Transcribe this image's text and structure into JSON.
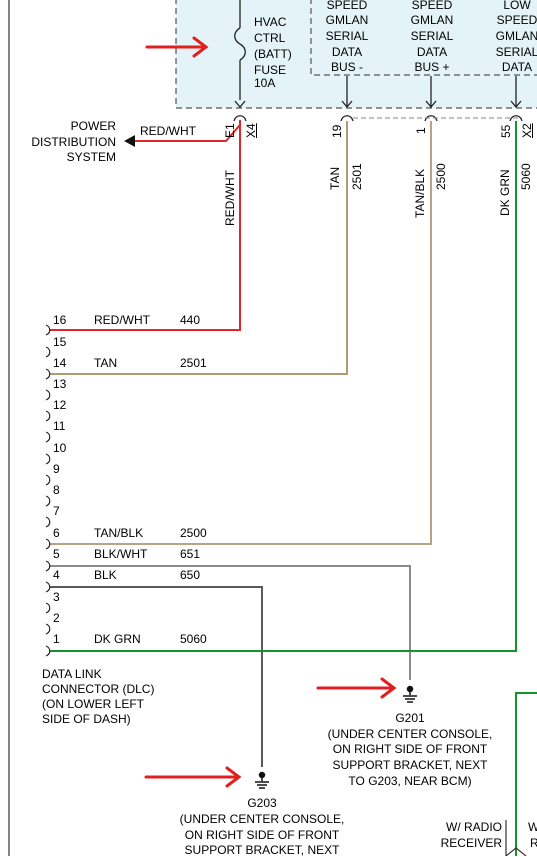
{
  "module": {
    "fuse": [
      "HVAC",
      "CTRL",
      "(BATT)",
      "FUSE",
      "10A"
    ],
    "buses": [
      [
        "SPEED",
        "GMLAN",
        "SERIAL",
        "DATA",
        "BUS -"
      ],
      [
        "SPEED",
        "GMLAN",
        "SERIAL",
        "DATA",
        "BUS +"
      ],
      [
        "LOW",
        "SPEED",
        "GMLAN",
        "SERIAL",
        "DATA"
      ]
    ]
  },
  "connector_ids": [
    "E1",
    "X4",
    "19",
    "1",
    "55",
    "X2"
  ],
  "power_distribution": [
    "POWER",
    "DISTRIBUTION",
    "SYSTEM"
  ],
  "power_wire_color": "RED/WHT",
  "vertical_wires": [
    {
      "color": "RED/WHT"
    },
    {
      "color": "TAN",
      "circuit": "2501"
    },
    {
      "color": "TAN/BLK",
      "circuit": "2500"
    },
    {
      "color": "DK GRN",
      "circuit": "5060"
    }
  ],
  "dlc_pins": [
    {
      "pin": "16",
      "color": "RED/WHT",
      "circuit": "440"
    },
    {
      "pin": "15"
    },
    {
      "pin": "14",
      "color": "TAN",
      "circuit": "2501"
    },
    {
      "pin": "13"
    },
    {
      "pin": "12"
    },
    {
      "pin": "11"
    },
    {
      "pin": "10"
    },
    {
      "pin": "9"
    },
    {
      "pin": "8"
    },
    {
      "pin": "7"
    },
    {
      "pin": "6",
      "color": "TAN/BLK",
      "circuit": "2500"
    },
    {
      "pin": "5",
      "color": "BLK/WHT",
      "circuit": "651"
    },
    {
      "pin": "4",
      "color": "BLK",
      "circuit": "650"
    },
    {
      "pin": "3"
    },
    {
      "pin": "2"
    },
    {
      "pin": "1",
      "color": "DK GRN",
      "circuit": "5060"
    }
  ],
  "dlc_label": [
    "DATA LINK",
    "CONNECTOR (DLC)",
    "(ON LOWER LEFT",
    "SIDE OF DASH)"
  ],
  "g201": {
    "name": "G201",
    "desc": [
      "(UNDER CENTER CONSOLE,",
      "ON RIGHT SIDE OF FRONT",
      "SUPPORT BRACKET, NEXT",
      "TO G203, NEAR BCM)"
    ]
  },
  "g203": {
    "name": "G203",
    "desc": [
      "(UNDER CENTER CONSOLE,",
      "ON RIGHT SIDE OF FRONT",
      "SUPPORT BRACKET, NEXT"
    ]
  },
  "radio": [
    "W/ RADIO",
    "RECEIVER"
  ],
  "radio_right": [
    "W",
    "R"
  ],
  "colors": {
    "module_fill": "#e4f3f8",
    "red_wire": "#e0262a",
    "tan_wire": "#b09a74",
    "tan_blk_wire": "#b5a582",
    "blk_wht_wire": "#8a8a8a",
    "blk_wire": "#5a5a5a",
    "grn_wire": "#14942a",
    "arrow": "#e02020"
  }
}
